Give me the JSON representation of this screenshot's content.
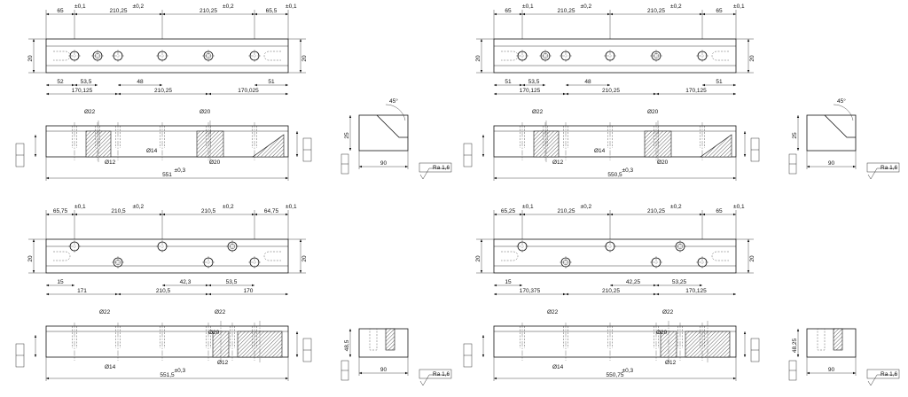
{
  "drawings": [
    {
      "top_dims": [
        "65",
        "210,25",
        "210,25",
        "65,5"
      ],
      "top_tols": [
        "±0,1",
        "±0,2",
        "±0,2",
        "±0,1"
      ],
      "right_height": "20",
      "left_height": "20",
      "bottom_row1": [
        "52",
        "53,5",
        "48",
        "51"
      ],
      "bottom_row2": [
        "170,125",
        "210,25",
        "170,025"
      ],
      "side_labels": [
        "Ø22",
        "Ø20",
        "Ø12",
        "Ø14",
        "Ø20"
      ],
      "overall": "551",
      "overall_tol": "±0,3",
      "section_w": "90",
      "section_h": "25",
      "angle": "45°",
      "roughness": "Ra 1,6"
    },
    {
      "top_dims": [
        "65",
        "210,25",
        "210,25",
        "65"
      ],
      "top_tols": [
        "±0,1",
        "±0,2",
        "±0,2",
        "±0,1"
      ],
      "right_height": "20",
      "left_height": "20",
      "bottom_row1": [
        "51",
        "53,5",
        "48",
        "51"
      ],
      "bottom_row2": [
        "170,125",
        "210,25",
        "170,125"
      ],
      "side_labels": [
        "Ø22",
        "Ø20",
        "Ø12",
        "Ø14",
        "Ø20"
      ],
      "overall": "550,5",
      "overall_tol": "±0,3",
      "section_w": "90",
      "section_h": "25",
      "angle": "45°",
      "roughness": "Ra 1,6"
    },
    {
      "top_dims": [
        "65,75",
        "210,5",
        "210,5",
        "64,75"
      ],
      "top_tols": [
        "±0,1",
        "±0,2",
        "±0,2",
        "±0,1"
      ],
      "right_height": "20",
      "left_height": "20",
      "bottom_row1": [
        "15",
        "42,3",
        "53,5"
      ],
      "bottom_row2": [
        "171",
        "210,5",
        "170"
      ],
      "side_labels": [
        "Ø22",
        "Ø20",
        "Ø12",
        "Ø14",
        "Ø22"
      ],
      "overall": "551,5",
      "overall_tol": "±0,3",
      "section_w": "90",
      "section_h": "48,5",
      "angle": "",
      "roughness": "Ra 1,6"
    },
    {
      "top_dims": [
        "65,25",
        "210,25",
        "210,25",
        "65"
      ],
      "top_tols": [
        "±0,1",
        "±0,2",
        "±0,2",
        "±0,1"
      ],
      "right_height": "20",
      "left_height": "20",
      "bottom_row1": [
        "15",
        "42,25",
        "53,25"
      ],
      "bottom_row2": [
        "170,375",
        "210,25",
        "170,125"
      ],
      "side_labels": [
        "Ø22",
        "Ø20",
        "Ø12",
        "Ø14",
        "Ø22"
      ],
      "overall": "550,75",
      "overall_tol": "±0,3",
      "section_w": "90",
      "section_h": "48,25",
      "angle": "",
      "roughness": "Ra 1,6"
    }
  ],
  "icons": [
    "drawing-sheet",
    "hole-circle",
    "section-hatch",
    "surface-roughness-symbol"
  ]
}
